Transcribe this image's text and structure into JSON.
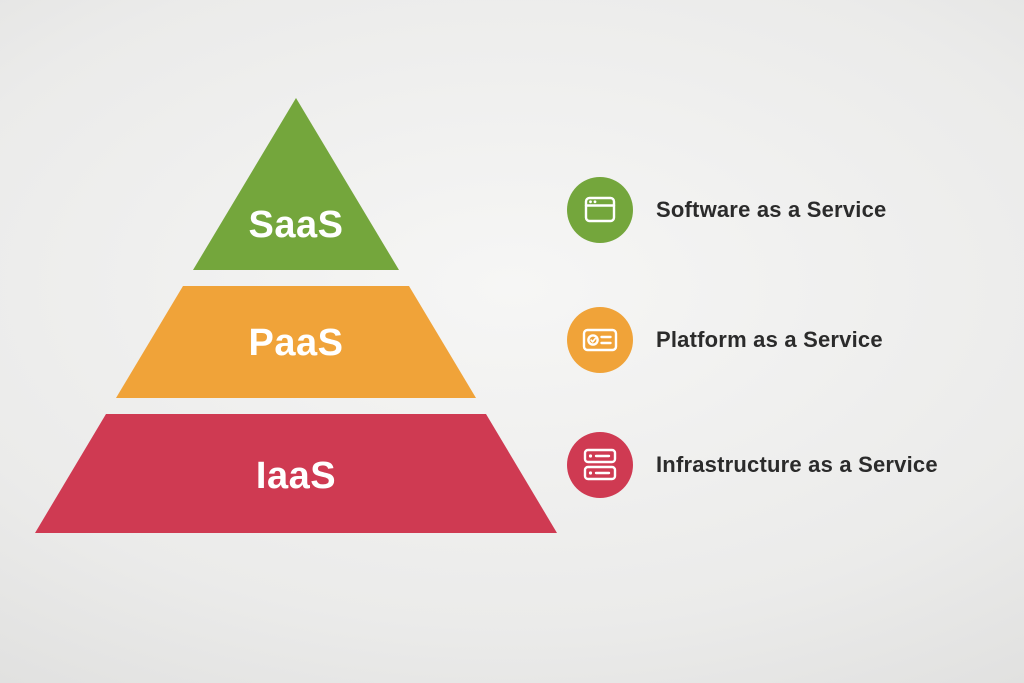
{
  "pyramid": {
    "levels": [
      {
        "id": "saas",
        "label": "SaaS",
        "color": "#74a63c"
      },
      {
        "id": "paas",
        "label": "PaaS",
        "color": "#f0a339"
      },
      {
        "id": "iaas",
        "label": "IaaS",
        "color": "#cf3a52"
      }
    ],
    "text_color": "#ffffff"
  },
  "legend": {
    "items": [
      {
        "id": "saas",
        "label": "Software as a Service",
        "color": "#74a63c",
        "icon": "browser-window-icon"
      },
      {
        "id": "paas",
        "label": "Platform as a Service",
        "color": "#f0a339",
        "icon": "platform-card-icon"
      },
      {
        "id": "iaas",
        "label": "Infrastructure as a Service",
        "color": "#cf3a52",
        "icon": "server-stack-icon"
      }
    ],
    "label_color": "#2b2b2b"
  },
  "background": {
    "center": "#f6f6f5",
    "edge": "#cccccc"
  }
}
